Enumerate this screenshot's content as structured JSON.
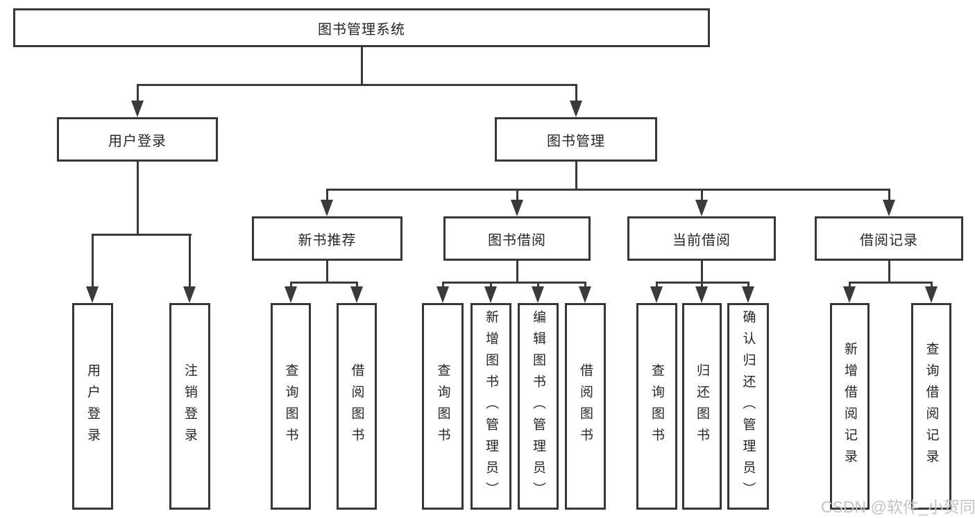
{
  "colors": {
    "background": "#ffffff",
    "box_border": "#363636",
    "line": "#3a3a3a",
    "text": "#262626",
    "watermark": "#c3c3c6"
  },
  "nodes": {
    "root": "图书管理系统",
    "user_login": "用户登录",
    "book_management": "图书管理",
    "new_book_recommend": "新书推荐",
    "book_borrowing": "图书借阅",
    "current_borrowing": "当前借阅",
    "borrowing_records": "借阅记录",
    "leaf_user_login": "用户登录",
    "leaf_logout": "注销登录",
    "leaf_rec_query_books": "查询图书",
    "leaf_rec_borrow_books": "借阅图书",
    "leaf_bor_query_books": "查询图书",
    "leaf_bor_add_books": "新增图书（管理员）",
    "leaf_bor_edit_books": "编辑图书（管理员）",
    "leaf_bor_borrow_books": "借阅图书",
    "leaf_cur_query_books": "查询图书",
    "leaf_cur_return_books": "归还图书",
    "leaf_cur_confirm_return": "确认归还（管理员）",
    "leaf_records_add_record": "新增借阅记录",
    "leaf_records_query_record": "查询借阅记录"
  },
  "watermark": "CSDN @软件_小贺同学"
}
